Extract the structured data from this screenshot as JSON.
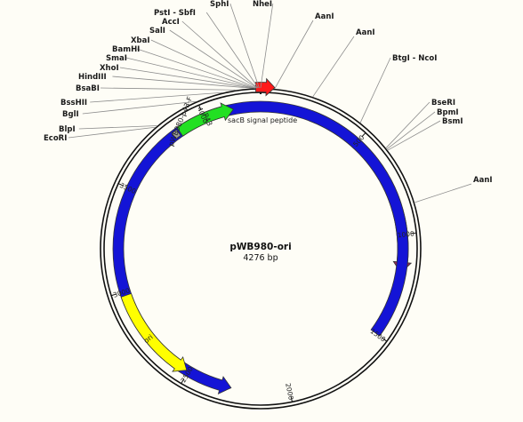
{
  "plasmid": {
    "name": "pWB980-ori",
    "size_label": "4276 bp",
    "length": 4276
  },
  "enzymes": [
    {
      "name": "SphI",
      "pos": 4270
    },
    {
      "name": "NheI",
      "pos": 4276
    },
    {
      "name": "PstI - SbfI",
      "pos": 4266
    },
    {
      "name": "AccI",
      "pos": 4262
    },
    {
      "name": "SalI",
      "pos": 4260
    },
    {
      "name": "XbaI",
      "pos": 4255
    },
    {
      "name": "BamHI",
      "pos": 4250
    },
    {
      "name": "SmaI",
      "pos": 4246
    },
    {
      "name": "XhoI",
      "pos": 4242
    },
    {
      "name": "HindIII",
      "pos": 4238
    },
    {
      "name": "BsaBI",
      "pos": 4168
    },
    {
      "name": "BssHII",
      "pos": 4112
    },
    {
      "name": "BglI",
      "pos": 3995
    },
    {
      "name": "BlpI",
      "pos": 3800
    },
    {
      "name": "EcoRI",
      "pos": 3790
    },
    {
      "name": "AanI",
      "pos": 60
    },
    {
      "name": "AanI",
      "pos": 225
    },
    {
      "name": "BtgI - NcoI",
      "pos": 455
    },
    {
      "name": "BseRI",
      "pos": 608
    },
    {
      "name": "BpmI",
      "pos": 614
    },
    {
      "name": "BsmI",
      "pos": 620
    },
    {
      "name": "AanI",
      "pos": 870
    }
  ],
  "features": [
    {
      "name": "sacB signal peptide",
      "start": 4255,
      "end": 60,
      "direction": "cw",
      "color": "#ff1a1a"
    },
    {
      "name": "repB",
      "start": 245,
      "end": 1185,
      "direction": "cw",
      "color": "#96285c"
    },
    {
      "name": "km",
      "start": 1500,
      "end": 2280,
      "direction": "ccw",
      "color": "#1414d6"
    },
    {
      "name": "ori",
      "start": 2980,
      "end": 2510,
      "direction": "ccw",
      "color": "#ffff00"
    },
    {
      "name": "P43",
      "start": 3865,
      "end": 4145,
      "direction": "cw",
      "color": "#22e022"
    },
    {
      "name": "pWB980-p43-F",
      "start": 3830,
      "end": 3858,
      "direction": "none",
      "color": "#9a9a9a"
    }
  ],
  "ticks": [
    "500",
    "1000",
    "1500",
    "2000",
    "2500",
    "3000",
    "3500",
    "4000"
  ]
}
